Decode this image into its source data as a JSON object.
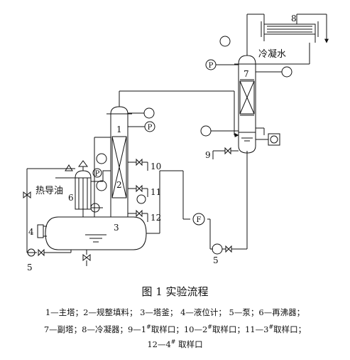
{
  "figure": {
    "caption": "图 1  实验流程",
    "legend_lines": [
      "1—主塔；2—规整填料；  3—塔釜；  4—液位计；  5—泵；6—再沸器；",
      "7—副塔；8—冷凝器；9—1#取样口；10—2#取样口；11—3#取样口；",
      "12—4#  取样口"
    ]
  },
  "diagram": {
    "labels": {
      "main_column": "1",
      "packing": "2",
      "still": "3",
      "level_gauge": "4",
      "pump_left": "5",
      "pump_right": "5",
      "reboiler": "6",
      "sub_column": "7",
      "condenser": "8",
      "sample_9": "9",
      "sample_10": "10",
      "sample_11": "11",
      "sample_12": "12",
      "heat_oil": "热导油",
      "cooling_water": "冷凝水"
    },
    "gauge_letters": {
      "pressure": "P",
      "flow": "F"
    }
  }
}
